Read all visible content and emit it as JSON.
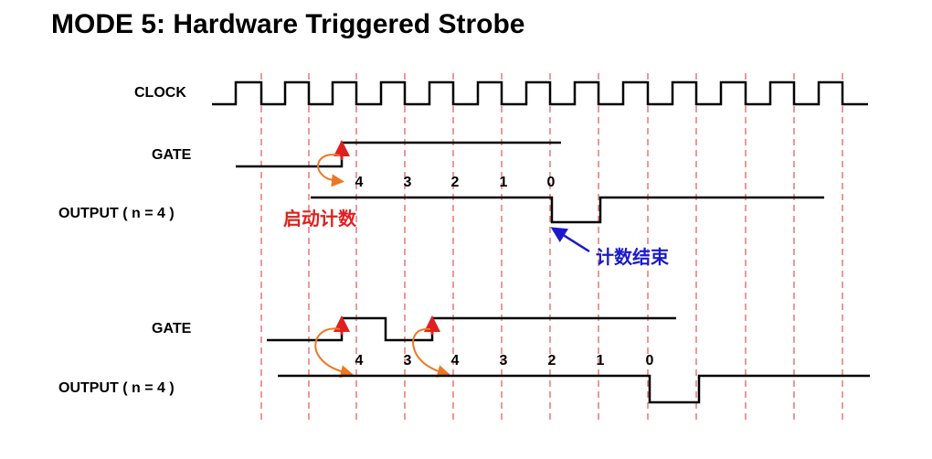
{
  "title": "MODE 5: Hardware Triggered Strobe",
  "signals": {
    "clock": "CLOCK",
    "gate1": "GATE",
    "output1": "OUTPUT ( n = 4 )",
    "gate2": "GATE",
    "output2": "OUTPUT ( n = 4 )"
  },
  "counts_top": [
    "4",
    "3",
    "2",
    "1",
    "0"
  ],
  "counts_bottom": [
    "4",
    "3",
    "4",
    "3",
    "2",
    "1",
    "0"
  ],
  "annotations": {
    "start_count": "启动计数",
    "count_end": "计数结束"
  },
  "colors": {
    "dashed_grid": "#e03030",
    "trigger_arrow": "#ee7722",
    "start_text": "#e02020",
    "end_text": "#1a1acc",
    "waveform": "#000000"
  }
}
